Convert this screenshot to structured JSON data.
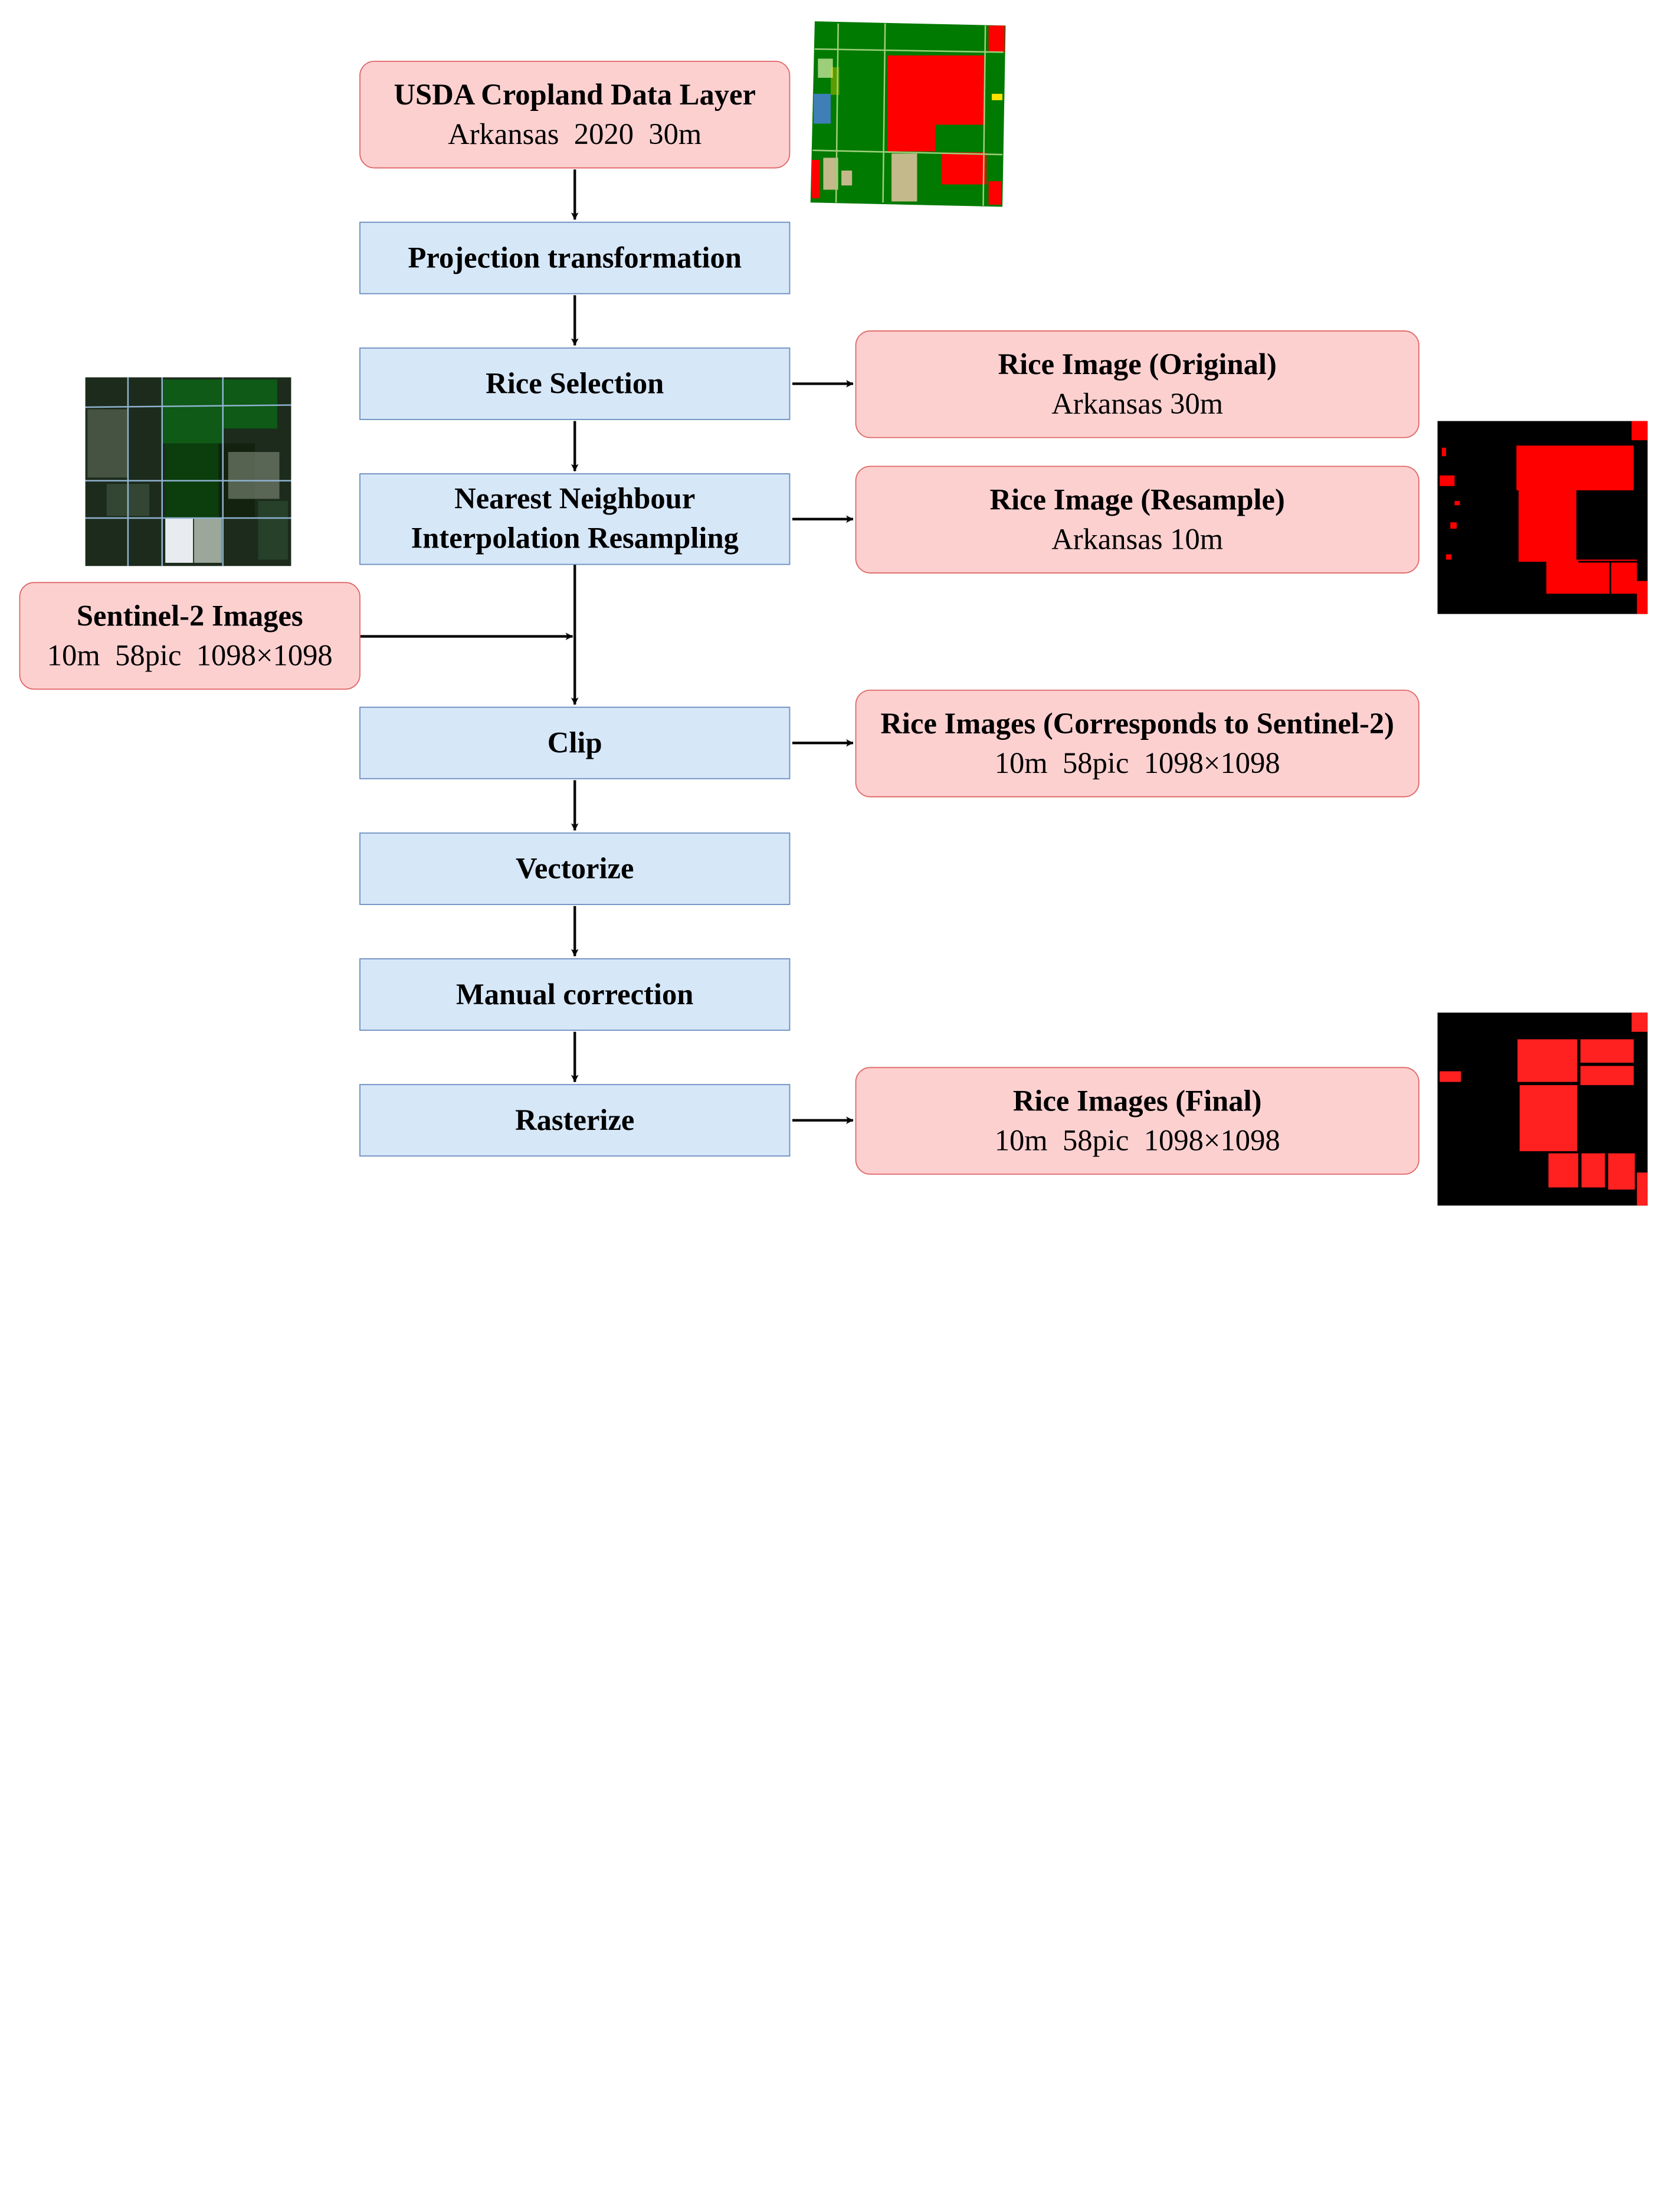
{
  "diagram": {
    "colors": {
      "process_fill": "#d6e7f8",
      "process_border": "#6c8ebf",
      "data_fill": "#fdd0d0",
      "data_border": "#e06666",
      "arrow": "#000000"
    },
    "nodes": {
      "usda_cdl": {
        "title": "USDA Cropland Data Layer",
        "subtitle": "Arkansas  2020  30m"
      },
      "projection": {
        "title": "Projection transformation"
      },
      "rice_selection": {
        "title": "Rice Selection"
      },
      "nearest_neighbour": {
        "title_line1": "Nearest Neighbour",
        "title_line2": "Interpolation Resampling"
      },
      "sentinel2": {
        "title": "Sentinel-2 Images",
        "subtitle": "10m  58pic  1098×1098"
      },
      "clip": {
        "title": "Clip"
      },
      "vectorize": {
        "title": "Vectorize"
      },
      "manual_correction": {
        "title": "Manual correction"
      },
      "rasterize": {
        "title": "Rasterize"
      },
      "rice_original": {
        "title": "Rice Image (Original)",
        "subtitle": "Arkansas 30m"
      },
      "rice_resample": {
        "title": "Rice Image (Resample)",
        "subtitle": "Arkansas 10m"
      },
      "rice_sentinel": {
        "title": "Rice Images (Corresponds to Sentinel-2)",
        "subtitle": "10m  58pic  1098×1098"
      },
      "rice_final": {
        "title": "Rice Images (Final)",
        "subtitle": "10m  58pic  1098×1098"
      }
    },
    "thumbnails": {
      "cdl": {
        "colors": [
          "#007a00",
          "#ff0000",
          "#c3b98a",
          "#3d7fb6",
          "#ffe000",
          "#9ccf7a"
        ]
      },
      "sentinel": {
        "colors": [
          "#1c2b1c",
          "#0e5a16",
          "#0b3d0d",
          "#6e7a68",
          "#e8ebef",
          "#9aa79a",
          "#8fb2cf"
        ]
      },
      "mask": {
        "colors": [
          "#000000",
          "#ff0000"
        ]
      }
    }
  }
}
